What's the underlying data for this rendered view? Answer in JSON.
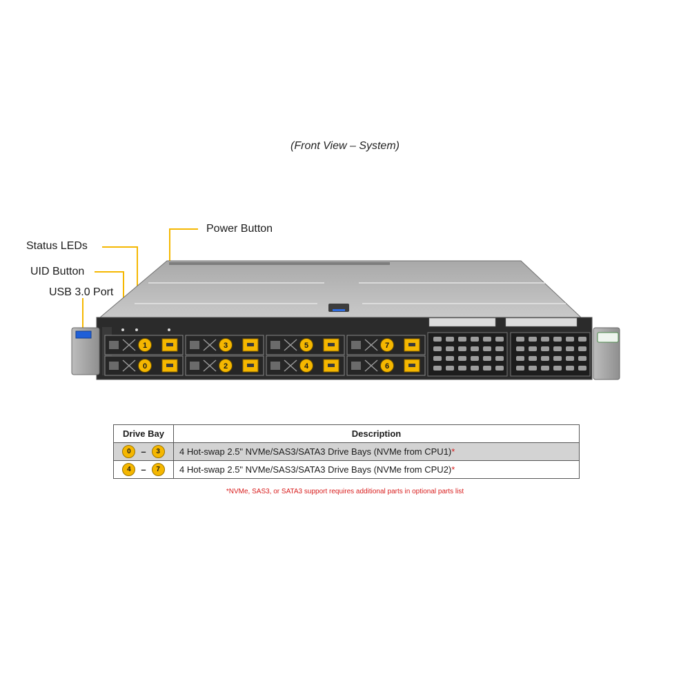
{
  "title": "(Front View – System)",
  "callouts": {
    "power": "Power Button",
    "status": "Status LEDs",
    "uid": "UID Button",
    "usb": "USB 3.0 Port"
  },
  "drive_bays": {
    "top_row": [
      "1",
      "3",
      "5",
      "7"
    ],
    "bottom_row": [
      "0",
      "2",
      "4",
      "6"
    ]
  },
  "table": {
    "headers": [
      "Drive Bay",
      "Description"
    ],
    "rows": [
      {
        "from": "0",
        "to": "3",
        "desc": "4 Hot-swap  2.5\" NVMe/SAS3/SATA3  Drive  Bays (NVMe  from  CPU1)",
        "mark": "*"
      },
      {
        "from": "4",
        "to": "7",
        "desc": "4 Hot-swap  2.5\" NVMe/SAS3/SATA3  Drive  Bays (NVMe  from  CPU2)",
        "mark": "*"
      }
    ],
    "dash": "–"
  },
  "footnote": "*NVMe,  SAS3, or SATA3 support requires additional parts in optional parts list",
  "colors": {
    "accent": "#f5b700",
    "footnote": "#d81b1b",
    "row_shade": "#d3d3d3"
  }
}
